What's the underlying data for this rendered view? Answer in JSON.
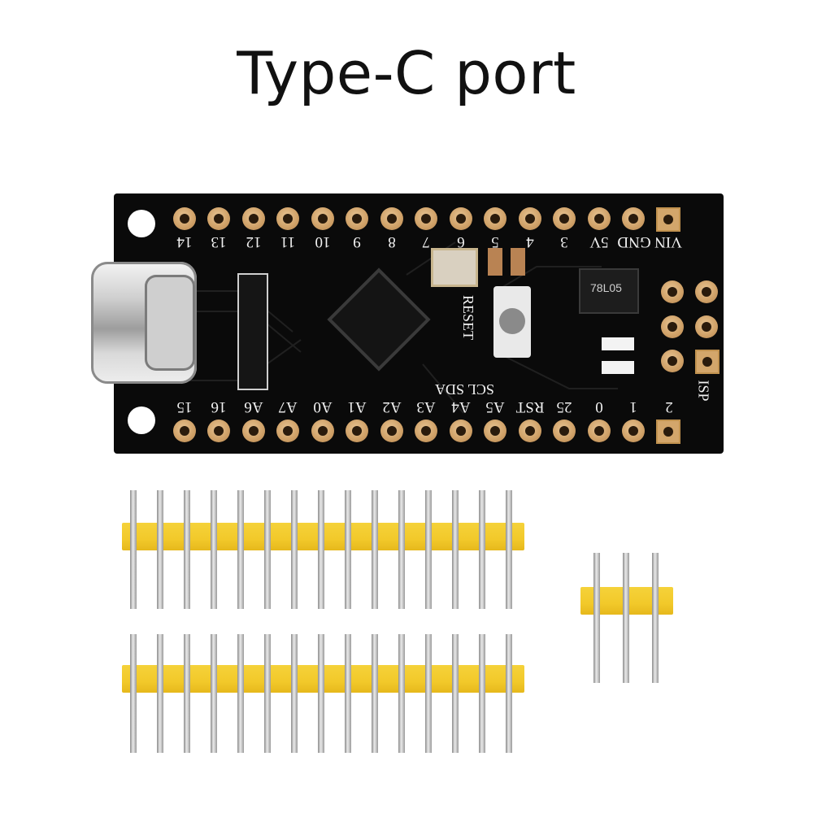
{
  "title": "Type-C port",
  "board": {
    "top_labels": [
      "14",
      "13",
      "12",
      "11",
      "10",
      "9",
      "8",
      "7",
      "6",
      "5",
      "4",
      "3",
      "5V",
      "GND",
      "VIN"
    ],
    "bottom_labels": [
      "15",
      "16",
      "A6",
      "A7",
      "A0",
      "A1",
      "A2",
      "A3",
      "A4",
      "A5",
      "RST",
      "25",
      "0",
      "1",
      "2"
    ],
    "extra_labels": {
      "reset": "RESET",
      "scl_sda": "SCL SDA",
      "isp": "ISP",
      "regulator": "78L05"
    }
  },
  "colors": {
    "board": "#0a0a0a",
    "pad": "#d1a36a",
    "header_plastic": "#f2c92a"
  }
}
